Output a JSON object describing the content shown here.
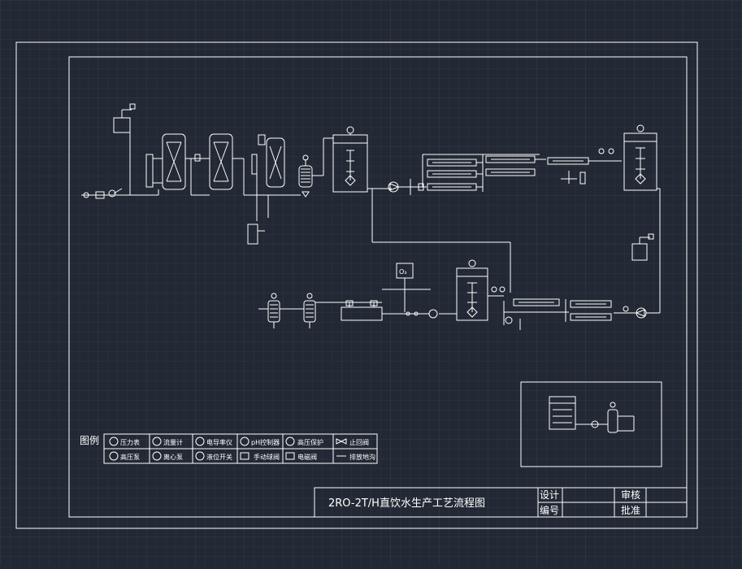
{
  "title_block": {
    "drawing_title": "2RO-2T/H直饮水生产工艺流程图",
    "cells": [
      "设计",
      "编号",
      "审核",
      "批准"
    ]
  },
  "legend": {
    "heading": "图例",
    "row1": [
      "压力表",
      "流量计",
      "电导率仪",
      "pH控制器",
      "高压保护",
      "止回阀"
    ],
    "row2": [
      "高压泵",
      "离心泵",
      "液位开关",
      "手动球阀",
      "电磁阀",
      "排放地沟"
    ]
  },
  "symbols": {
    "ozone": "O₃"
  },
  "colors": {
    "background": "#222934",
    "grid": "#2b3340",
    "lines": "#ffffff"
  }
}
